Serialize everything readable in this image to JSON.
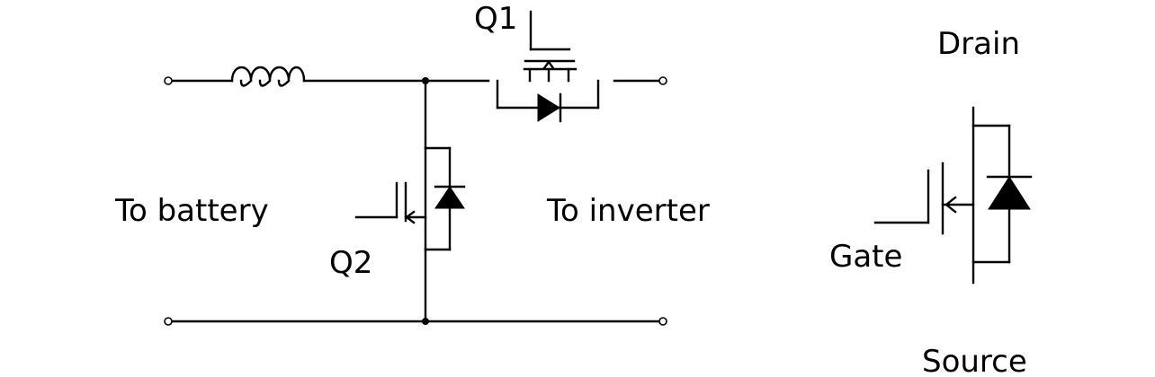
{
  "diagram": {
    "labels": {
      "q1": "Q1",
      "q2": "Q2",
      "to_battery": "To battery",
      "to_inverter": "To inverter",
      "drain": "Drain",
      "gate": "Gate",
      "source": "Source"
    },
    "colors": {
      "line": "#000000",
      "background": "#ffffff"
    }
  }
}
